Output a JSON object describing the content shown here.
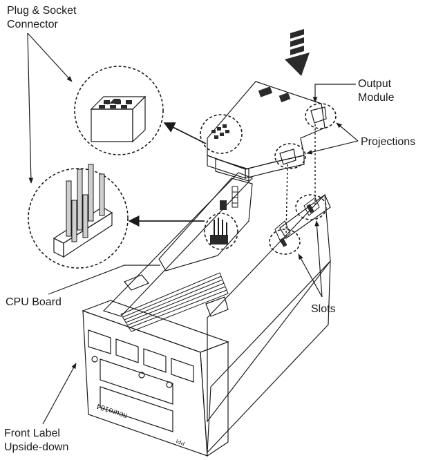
{
  "labels": {
    "plug_socket_line1": "Plug & Socket",
    "plug_socket_line2": "Connector",
    "output_module_line1": "Output",
    "output_module_line2": "Module",
    "projections": "Projections",
    "cpu_board": "CPU Board",
    "slots": "Slots",
    "front_label_line1": "Front Label",
    "front_label_line2": "Upside-down"
  },
  "product_print": {
    "brand": "neuro104",
    "model_mark": "PPI"
  },
  "colors": {
    "outline": "#1a1a1a",
    "board_fill": "#ececec",
    "module_fill": "#d9d9d9",
    "dark_part": "#2a2a2a",
    "socket_fill": "#8c8c8c"
  }
}
